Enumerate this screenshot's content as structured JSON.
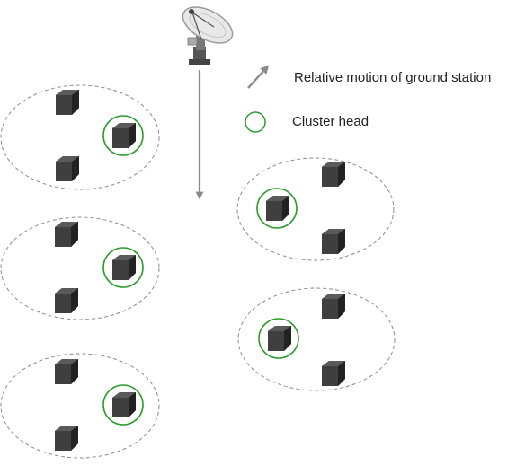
{
  "legend": {
    "motion_label": "Relative motion of ground station",
    "cluster_head_label": "Cluster head"
  },
  "colors": {
    "cluster_boundary": "#888888",
    "cluster_head_ring": "#2e9b2e",
    "node": "#3a3a3a",
    "arrow": "#8a8a8a"
  },
  "icons": {
    "ground_station": "satellite-dish-icon",
    "node": "sensor-node-icon"
  },
  "clusters": [
    {
      "id": "left-top",
      "nodes": 3,
      "has_head": true
    },
    {
      "id": "left-middle",
      "nodes": 3,
      "has_head": true
    },
    {
      "id": "left-bottom",
      "nodes": 3,
      "has_head": true
    },
    {
      "id": "right-top",
      "nodes": 3,
      "has_head": true
    },
    {
      "id": "right-bottom",
      "nodes": 3,
      "has_head": true
    }
  ]
}
